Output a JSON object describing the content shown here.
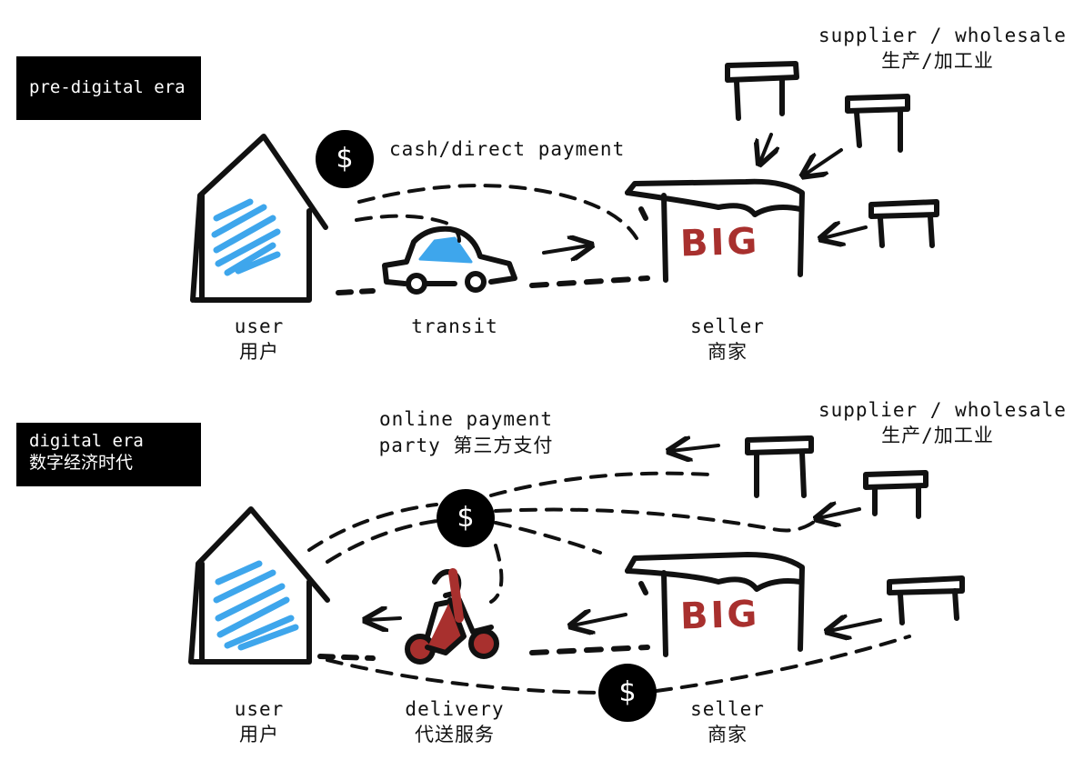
{
  "sections": {
    "pre_digital": {
      "era_label": "pre-digital era",
      "payment_label": "cash/direct payment",
      "supplier_label_en": "supplier / wholesale",
      "supplier_label_zh": "生产/加工业",
      "user_en": "user",
      "user_zh": "用户",
      "transit_en": "transit",
      "seller_en": "seller",
      "seller_zh": "商家",
      "store_sign": "BIG",
      "coin_symbol": "$"
    },
    "digital": {
      "era_label_en": "digital era",
      "era_label_zh": "数字经济时代",
      "payment_label_line1": "online payment",
      "payment_label_line2": "party 第三方支付",
      "supplier_label_en": "supplier / wholesale",
      "supplier_label_zh": "生产/加工业",
      "user_en": "user",
      "user_zh": "用户",
      "delivery_en": "delivery",
      "delivery_zh": "代送服务",
      "seller_en": "seller",
      "seller_zh": "商家",
      "store_sign": "BIG",
      "coin_symbol": "$"
    }
  },
  "colors": {
    "window_fill": "#3ea6ec",
    "accent_red": "#a8302e",
    "ink": "#111111"
  },
  "icons": [
    "house-icon",
    "car-icon",
    "store-icon",
    "table-icon",
    "dollar-coin-icon",
    "scooter-rider-icon",
    "arrow-icon"
  ]
}
